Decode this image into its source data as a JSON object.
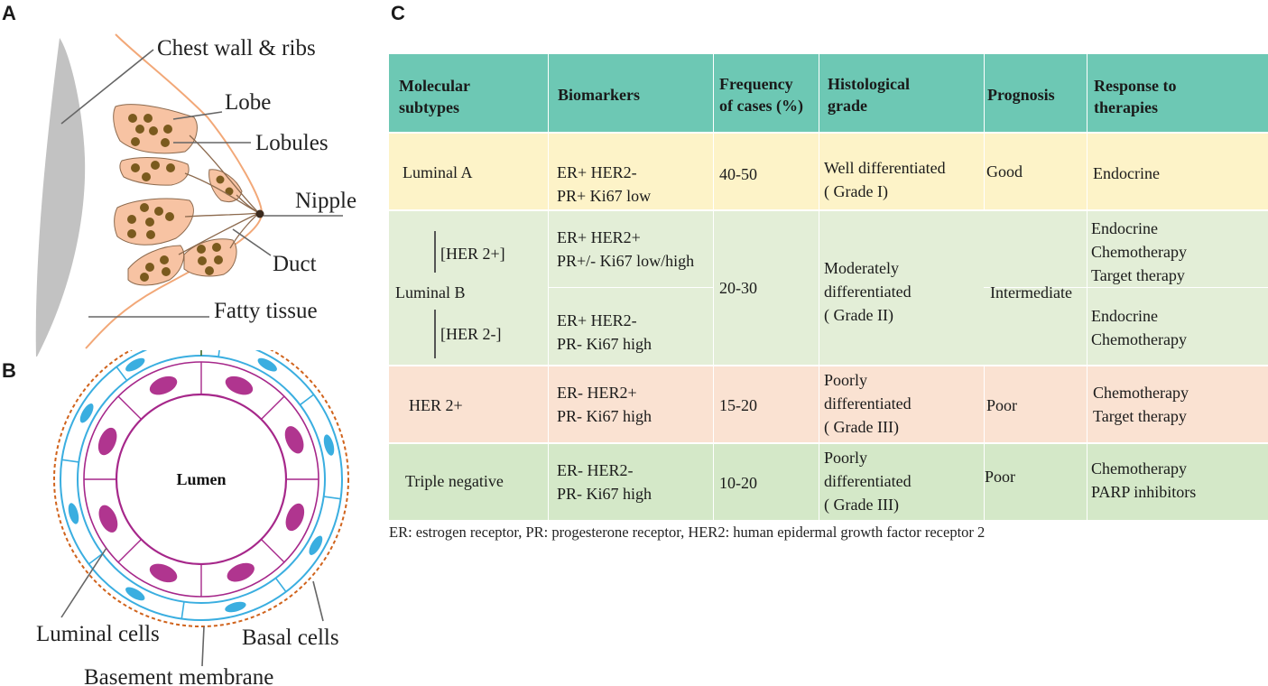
{
  "panels": {
    "a": "A",
    "b": "B",
    "c": "C"
  },
  "anatomy": {
    "chest_wall": "Chest wall & ribs",
    "lobe": "Lobe",
    "lobules": "Lobules",
    "nipple": "Nipple",
    "duct": "Duct",
    "fatty_tissue": "Fatty tissue"
  },
  "cross_section": {
    "lumen": "Lumen",
    "luminal_cells": "Luminal cells",
    "basal_cells": "Basal cells",
    "basement_membrane": "Basement membrane"
  },
  "colors": {
    "header": "#6dc8b4",
    "luminal_a": "#fdf3c8",
    "luminal_b": "#e3eed7",
    "her2": "#fae2d2",
    "triple_negative": "#d4e8c8",
    "lobe_fill": "#f7c3a3",
    "lobule_dot": "#7a5a1e",
    "luminal_nucleus": "#b0358f",
    "basal_nucleus": "#3aaee0"
  },
  "table": {
    "headers": [
      "Molecular\nsubtypes",
      "Biomarkers",
      "Frequency\nof cases (%)",
      "Histological\ngrade",
      "Prognosis",
      "Response to\ntherapies"
    ],
    "luminal_a": {
      "subtype": "Luminal A",
      "biomarkers": "ER+   HER2-\nPR+   Ki67 low",
      "frequency": "40-50",
      "grade": "Well differentiated\n( Grade I)",
      "prognosis": "Good",
      "therapy": "Endocrine"
    },
    "luminal_b": {
      "subtype": "Luminal B",
      "sub1": "[HER 2+]",
      "sub2": "[HER 2-]",
      "biomarkers1": "ER+   HER2+\nPR+/- Ki67 low/high",
      "biomarkers2": "ER+  HER2-\nPR-    Ki67 high",
      "frequency": "20-30",
      "grade": "Moderately\ndifferentiated\n( Grade II)",
      "prognosis": "Intermediate",
      "therapy1": "Endocrine\nChemotherapy\nTarget therapy",
      "therapy2": "Endocrine\nChemotherapy"
    },
    "her2": {
      "subtype": "HER 2+",
      "biomarkers": "ER-   HER2+\nPR-   Ki67 high",
      "frequency": "15-20",
      "grade": "Poorly\ndifferentiated\n( Grade III)",
      "prognosis": "Poor",
      "therapy": "Chemotherapy\nTarget therapy"
    },
    "triple_negative": {
      "subtype": "Triple negative",
      "biomarkers": "ER-   HER2-\nPR-   Ki67 high",
      "frequency": "10-20",
      "grade": "Poorly\ndifferentiated\n( Grade III)",
      "prognosis": "Poor",
      "therapy": "Chemotherapy\nPARP inhibitors"
    }
  },
  "footnote": "ER: estrogen receptor, PR: progesterone receptor, HER2: human epidermal growth factor receptor 2"
}
